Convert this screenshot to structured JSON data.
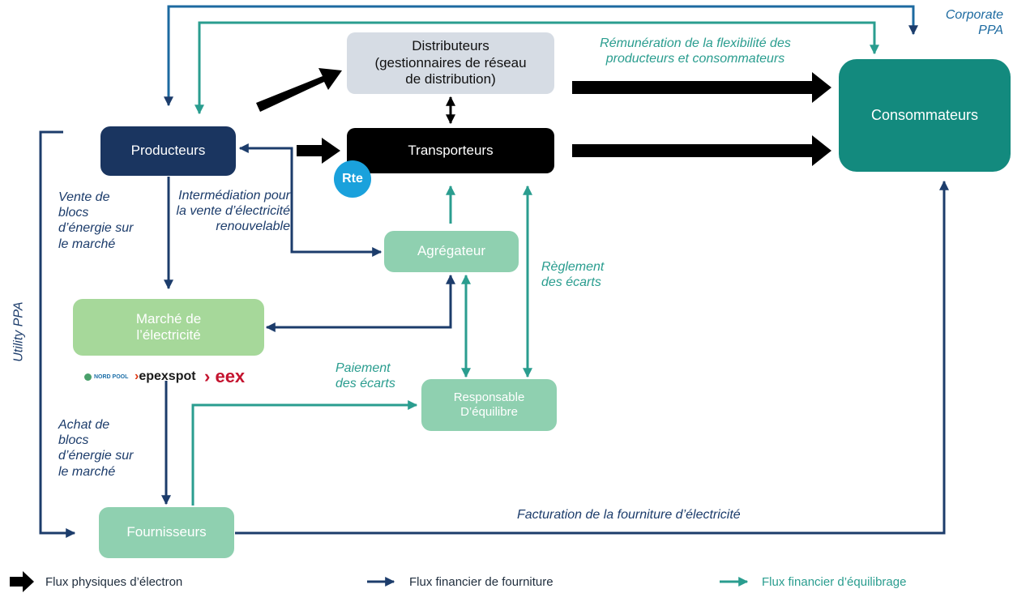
{
  "colors": {
    "physical": "#000000",
    "supply": "#1c3c6b",
    "balancing": "#2a9d8f",
    "producteurs_box": "#1a3560",
    "consommateurs_box": "#138a7e",
    "distributeurs_box": "#d6dce4",
    "light_green_box": "#8fd0b0",
    "marche_box": "#a6d89a",
    "rte": "#1aa1dc"
  },
  "nodes": {
    "distributeurs": "Distributeurs (gestionnaires de réseau de distribution)",
    "transporteurs": "Transporteurs",
    "producteurs": "Producteurs",
    "consommateurs": "Consommateurs",
    "agregateur": "Agrégateur",
    "marche": "Marché de l’électricité",
    "responsable": "Responsable D’équilibre",
    "fournisseurs": "Fournisseurs"
  },
  "labels": {
    "corporate_ppa": "Corporate PPA",
    "remuneration": "Rémunération de la flexibilité des producteurs et consommateurs",
    "vente_blocs": "Vente de blocs d’énergie sur le marché",
    "intermediation": "Intermédiation pour la vente d’électricité renouvelable",
    "reglement": "Règlement des écarts",
    "paiement": "Paiement des écarts",
    "achat_blocs": "Achat de blocs d’énergie sur le marché",
    "facturation": "Facturation de la fourniture d’électricité",
    "utility_ppa": "Utility PPA"
  },
  "logos": {
    "rte": "Rte",
    "nordpool": "NORD POOL",
    "epexspot": "epexspot",
    "eex": "eex"
  },
  "legend": {
    "physical": "Flux physiques d’électron",
    "supply": "Flux financier de fourniture",
    "balancing": "Flux financier d’équilibrage"
  }
}
